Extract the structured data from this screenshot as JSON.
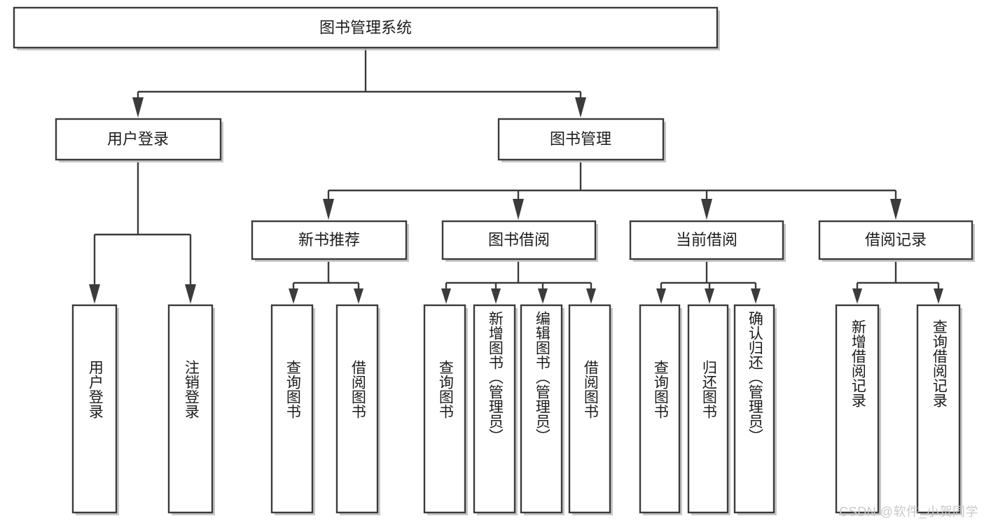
{
  "diagram": {
    "title": "图书管理系统",
    "type": "tree-hierarchy",
    "watermark": "CSDN @软件_小贺同学",
    "colors": {
      "stroke": "#3b3b3b",
      "fill": "#ffffff",
      "text": "#1c1c1c",
      "shadow": "#bdbdbd",
      "watermark": "#c9c9c9"
    },
    "root": {
      "id": "root",
      "label": "图书管理系统",
      "orientation": "horizontal"
    },
    "level2": [
      {
        "id": "user-login",
        "label": "用户登录",
        "orientation": "horizontal"
      },
      {
        "id": "book-manage",
        "label": "图书管理",
        "orientation": "horizontal"
      }
    ],
    "level3": [
      {
        "id": "new-book-rec",
        "label": "新书推荐",
        "parent": "book-manage",
        "orientation": "horizontal"
      },
      {
        "id": "book-borrow",
        "label": "图书借阅",
        "parent": "book-manage",
        "orientation": "horizontal"
      },
      {
        "id": "current-borrow",
        "label": "当前借阅",
        "parent": "book-manage",
        "orientation": "horizontal"
      },
      {
        "id": "borrow-record",
        "label": "借阅记录",
        "parent": "book-manage",
        "orientation": "horizontal"
      }
    ],
    "leaves": [
      {
        "id": "leaf-user-login",
        "label": "用户登录",
        "parent": "user-login",
        "orientation": "vertical"
      },
      {
        "id": "leaf-logout",
        "label": "注销登录",
        "parent": "user-login",
        "orientation": "vertical"
      },
      {
        "id": "leaf-query-book-1",
        "label": "查询图书",
        "parent": "new-book-rec",
        "orientation": "vertical"
      },
      {
        "id": "leaf-borrow-book-1",
        "label": "借阅图书",
        "parent": "new-book-rec",
        "orientation": "vertical"
      },
      {
        "id": "leaf-query-book-2",
        "label": "查询图书",
        "parent": "book-borrow",
        "orientation": "vertical"
      },
      {
        "id": "leaf-add-book",
        "label": "新增图书（管理员）",
        "parent": "book-borrow",
        "orientation": "vertical"
      },
      {
        "id": "leaf-edit-book",
        "label": "编辑图书（管理员）",
        "parent": "book-borrow",
        "orientation": "vertical"
      },
      {
        "id": "leaf-borrow-book-2",
        "label": "借阅图书",
        "parent": "book-borrow",
        "orientation": "vertical"
      },
      {
        "id": "leaf-query-book-3",
        "label": "查询图书",
        "parent": "current-borrow",
        "orientation": "vertical"
      },
      {
        "id": "leaf-return-book",
        "label": "归还图书",
        "parent": "current-borrow",
        "orientation": "vertical"
      },
      {
        "id": "leaf-confirm-return",
        "label": "确认归还（管理员）",
        "parent": "current-borrow",
        "orientation": "vertical"
      },
      {
        "id": "leaf-add-record",
        "label": "新增借阅记录",
        "parent": "borrow-record",
        "orientation": "vertical"
      },
      {
        "id": "leaf-query-record",
        "label": "查询借阅记录",
        "parent": "borrow-record",
        "orientation": "vertical"
      }
    ]
  }
}
